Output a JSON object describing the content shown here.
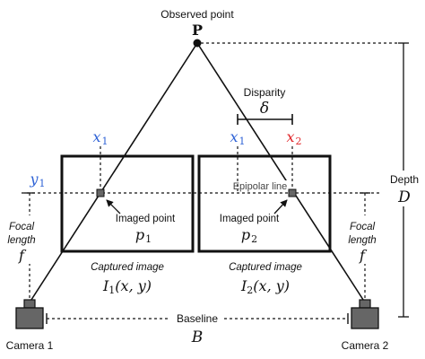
{
  "observed_point": {
    "caption": "Observed point",
    "symbol": "P"
  },
  "disparity": {
    "caption": "Disparity",
    "symbol": "δ"
  },
  "depth": {
    "caption": "Depth",
    "symbol": "D"
  },
  "epipolar": {
    "caption": "Epipolar line",
    "y_symbol": "y",
    "y_subscript": "1"
  },
  "left_image": {
    "x_symbol": "x",
    "x_subscript": "1",
    "imaged_point_caption": "Imaged point",
    "p_symbol": "p",
    "p_subscript": "1",
    "captured_caption": "Captured image",
    "function_name": "I",
    "function_subscript": "1",
    "function_args": "(x, y)"
  },
  "right_image": {
    "x1_symbol": "x",
    "x1_subscript": "1",
    "x2_symbol": "x",
    "x2_subscript": "2",
    "imaged_point_caption": "Imaged point",
    "p_symbol": "p",
    "p_subscript": "2",
    "captured_caption": "Captured image",
    "function_name": "I",
    "function_subscript": "2",
    "function_args": "(x, y)"
  },
  "focal": {
    "line1": "Focal",
    "line2": "length",
    "symbol": "f"
  },
  "baseline": {
    "caption": "Baseline",
    "symbol": "B"
  },
  "cameras": {
    "left_label": "Camera 1",
    "right_label": "Camera 2"
  },
  "colors": {
    "x_label_blue": "#2f63d6",
    "x2_label_red": "#e0262a",
    "ink": "#111111",
    "point_fill": "#666666"
  }
}
